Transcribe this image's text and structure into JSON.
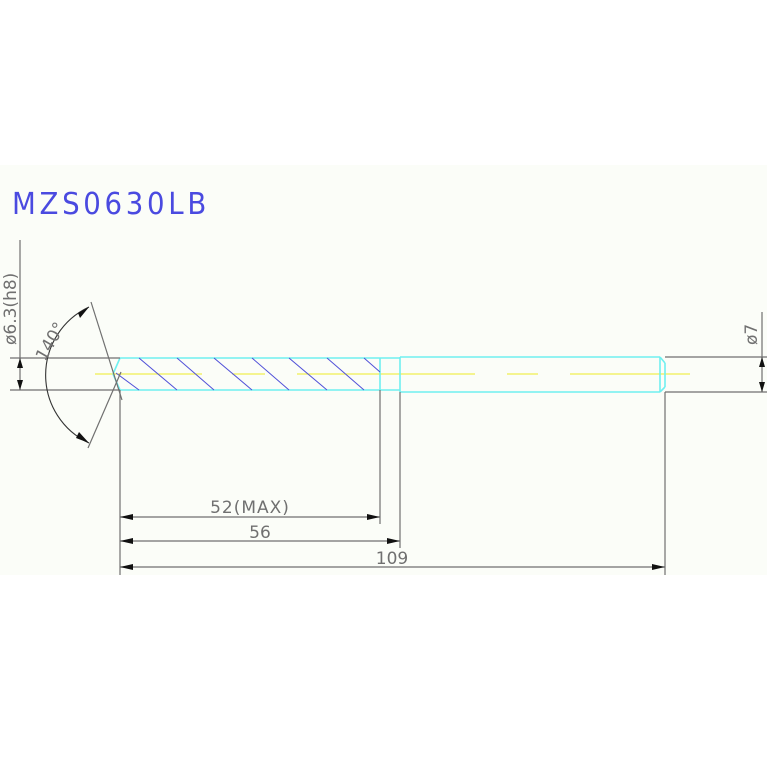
{
  "title": "MZS0630LB",
  "colors": {
    "background": "#fbfdf8",
    "title": "#4a4ae0",
    "outline": "#6ff0f0",
    "hatch": "#5050d8",
    "centerline": "#f0f050",
    "dimension": "#707070",
    "arrow": "#111111"
  },
  "dimensions": {
    "tip_angle": "140°",
    "drill_diameter": "ø6.3(h8)",
    "shank_diameter": "ø7",
    "flute_length": "52(MAX)",
    "body_length": "56",
    "overall_length": "109"
  }
}
